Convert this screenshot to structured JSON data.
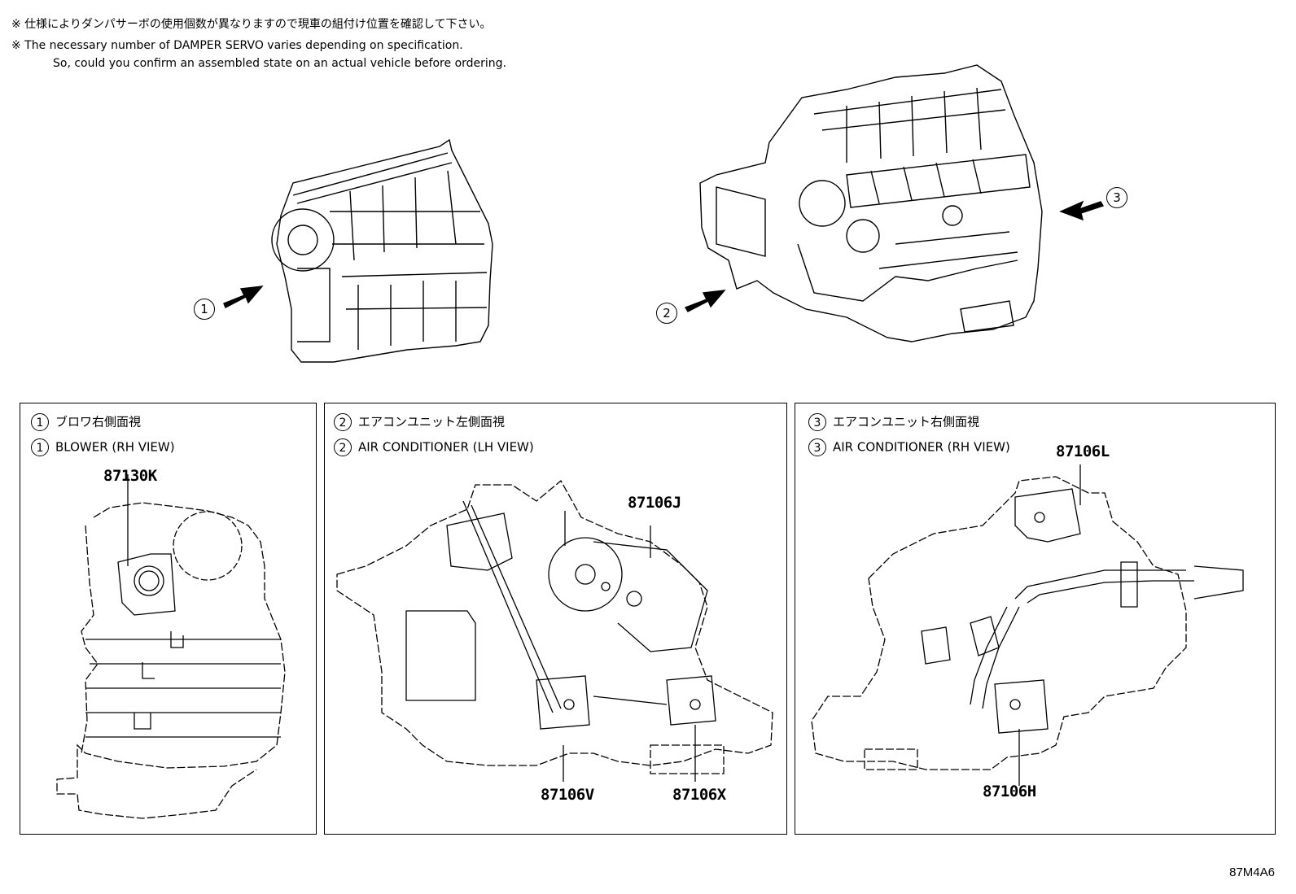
{
  "notes": {
    "jp": "※ 仕様によりダンパサーボの使用個数が異なりますので現車の組付け位置を確認して下さい。",
    "en_line1": "※ The necessary number of DAMPER SERVO varies depending on specification.",
    "en_line2": "So, could you confirm an assembled state on an actual vehicle before ordering."
  },
  "callouts": [
    "1",
    "2",
    "3"
  ],
  "panels": [
    {
      "num": "1",
      "title_jp": "ブロワ右側面視",
      "title_en": "BLOWER (RH VIEW)",
      "parts": [
        "87130K"
      ]
    },
    {
      "num": "2",
      "title_jp": "エアコンユニット左側面視",
      "title_en": "AIR CONDITIONER (LH VIEW)",
      "parts": [
        "87106J",
        "87106V",
        "87106X"
      ]
    },
    {
      "num": "3",
      "title_jp": "エアコンユニット右側面視",
      "title_en": "AIR CONDITIONER (RH VIEW)",
      "parts": [
        "87106L",
        "87106H"
      ]
    }
  ],
  "diagram_code": "87M4A6"
}
